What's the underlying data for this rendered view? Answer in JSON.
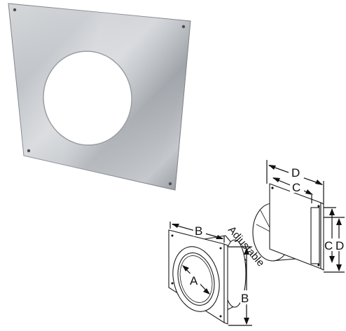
{
  "colors": {
    "background": "#ffffff",
    "plate_light": "#c9ccd0",
    "plate_dark": "#8d9197",
    "line": "#1a1a1a"
  },
  "photo": {
    "icon": "wall-plate-photo"
  },
  "drawing": {
    "labels": {
      "a": "A",
      "b_top": "B",
      "b_side": "B",
      "c_top": "C",
      "c_side": "C",
      "d_top": "D",
      "d_side": "D",
      "adjustable": "Adjustable"
    }
  }
}
